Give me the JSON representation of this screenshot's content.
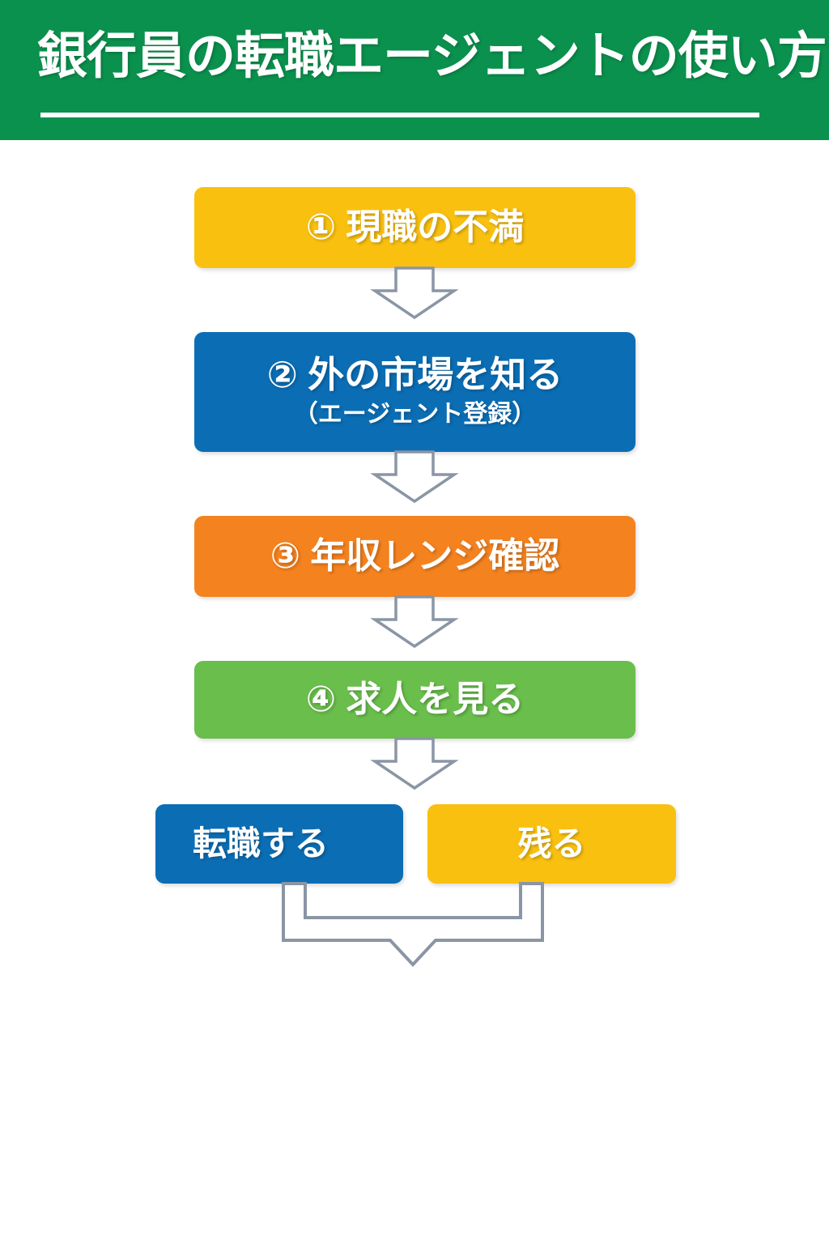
{
  "header": {
    "title": "銀行員の転職エージェントの使い方",
    "background_color": "#0b914e",
    "text_color": "#ffffff",
    "underline_color": "#ffffff"
  },
  "flow": {
    "connector_color": "#8a95a5",
    "connector_fill": "#ffffff",
    "steps": [
      {
        "id": 1,
        "label": "① 現職の不満",
        "sublabel": "",
        "color": "#f9c010"
      },
      {
        "id": 2,
        "label": "② 外の市場を知る",
        "sublabel": "（エージェント登録）",
        "color": "#0b6eb5"
      },
      {
        "id": 3,
        "label": "③ 年収レンジ確認",
        "sublabel": "",
        "color": "#f4821f"
      },
      {
        "id": 4,
        "label": "④ 求人を見る",
        "sublabel": "",
        "color": "#6abe4c"
      }
    ],
    "branches": [
      {
        "id": "branch-left",
        "label": "転職する",
        "color": "#0b6eb5"
      },
      {
        "id": "branch-right",
        "label": "残る",
        "color": "#f9c010"
      }
    ],
    "arrows": [
      {
        "id": "arrow-1",
        "from": "step-1",
        "to": "step-2",
        "icon": "down-arrow-icon"
      },
      {
        "id": "arrow-2",
        "from": "step-2",
        "to": "step-3",
        "icon": "down-arrow-icon"
      },
      {
        "id": "arrow-3",
        "from": "step-3",
        "to": "step-4",
        "icon": "down-arrow-icon"
      },
      {
        "id": "arrow-4",
        "from": "step-4",
        "to": "branches",
        "icon": "down-arrow-icon"
      },
      {
        "id": "merge-connector",
        "from": "branches",
        "to": "end",
        "icon": "merge-arrow-icon"
      }
    ]
  }
}
